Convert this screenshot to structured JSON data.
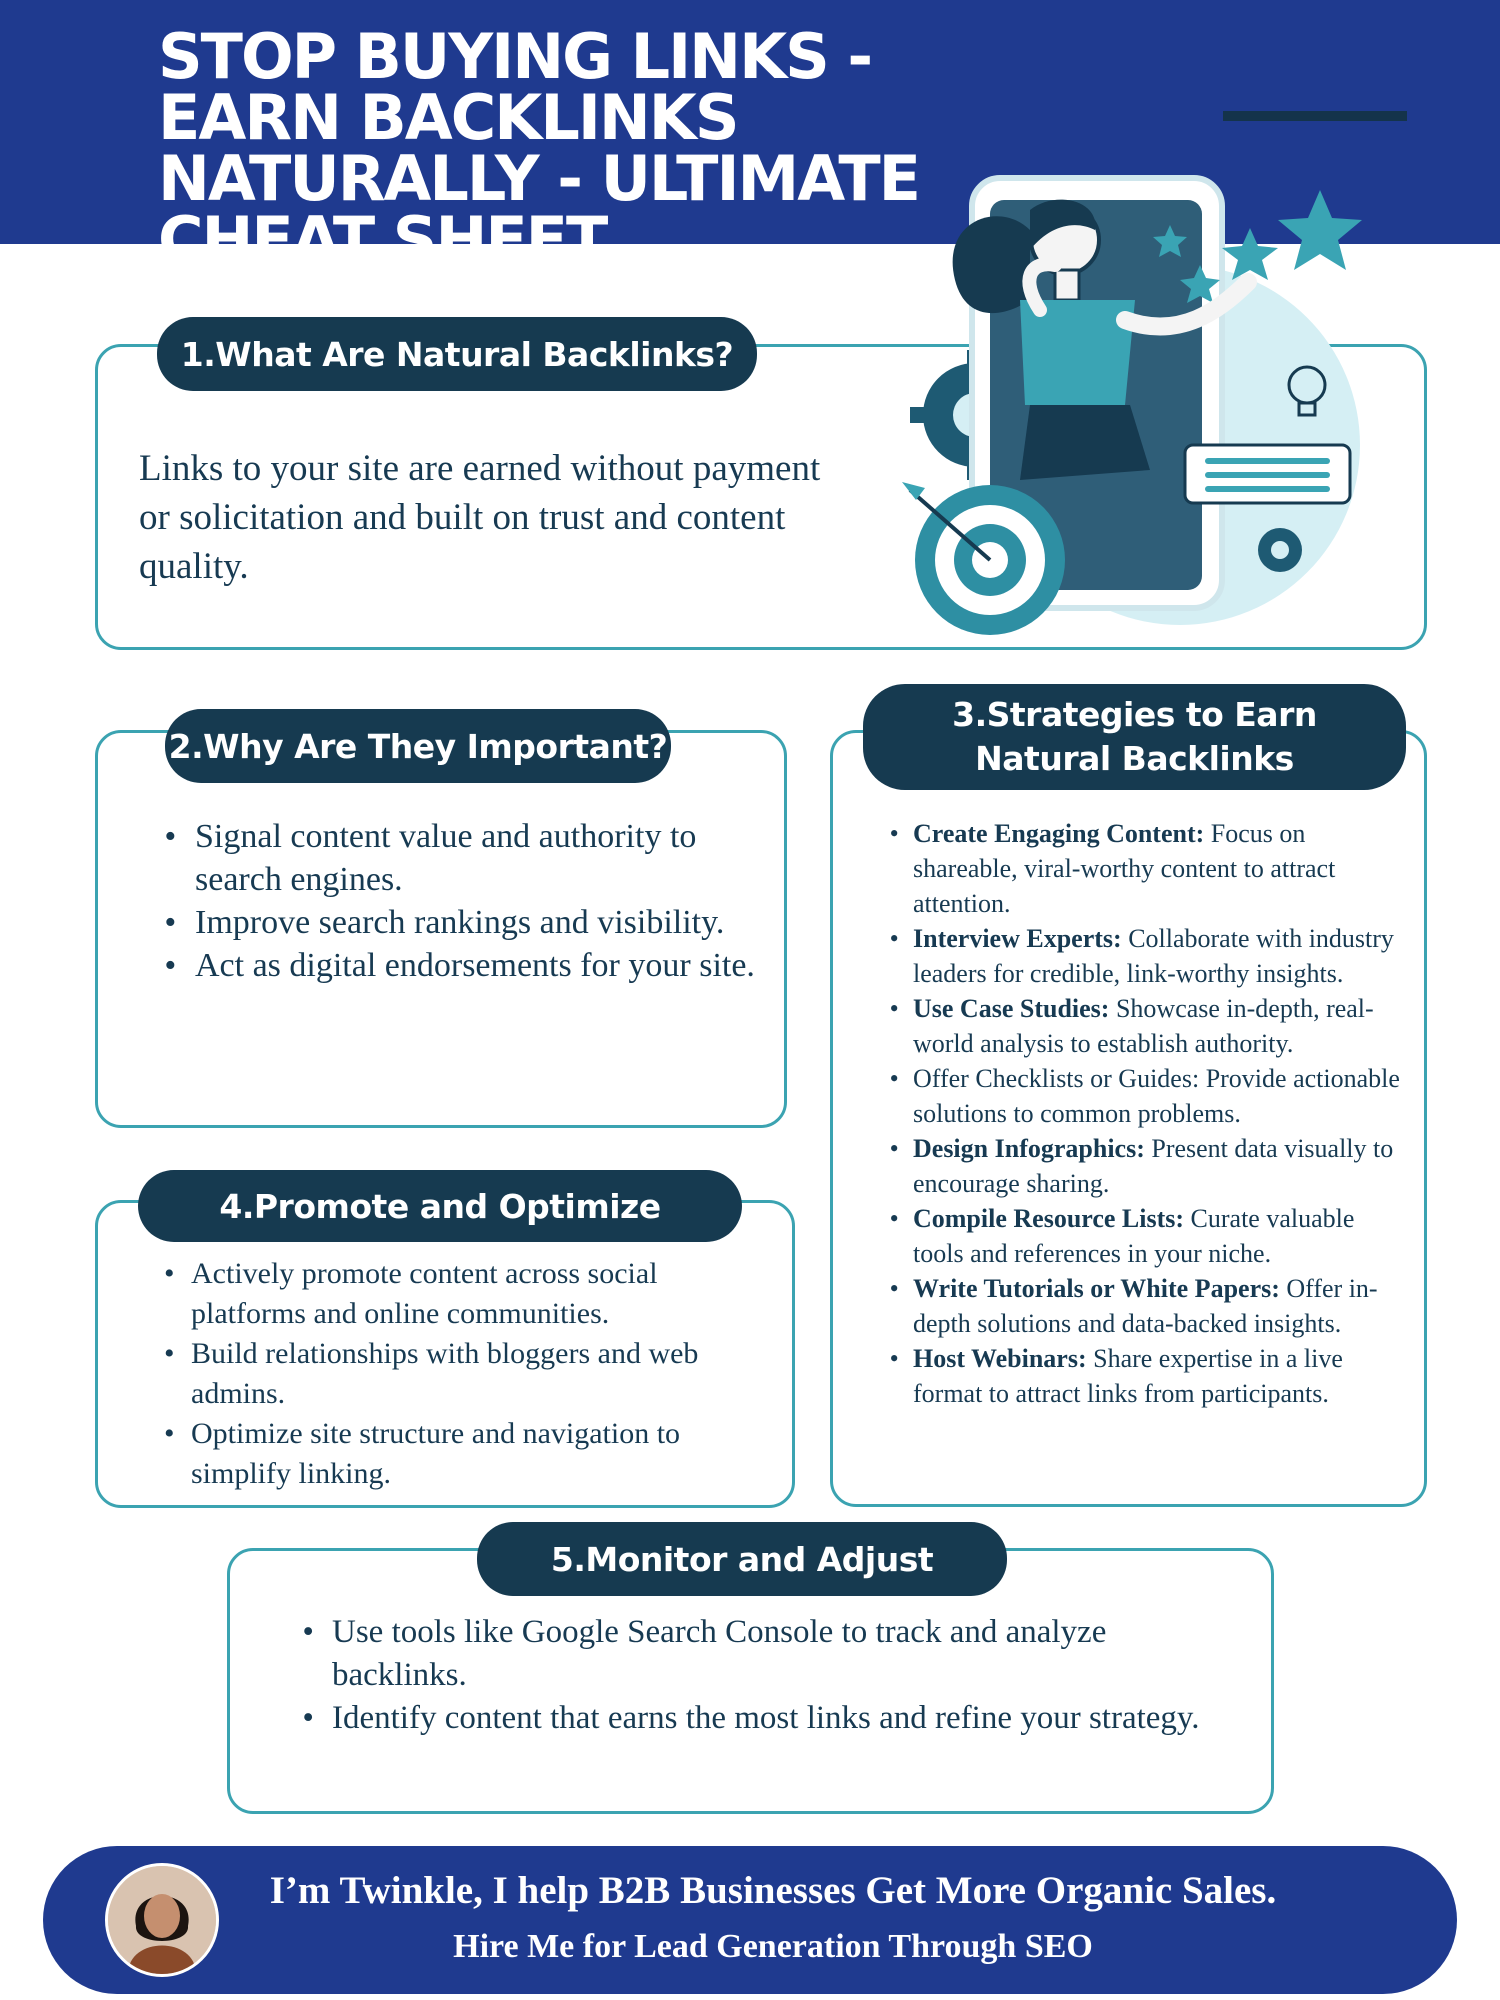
{
  "header": {
    "title": "STOP BUYING LINKS - EARN BACKLINKS NATURALLY - ULTIMATE CHEAT SHEET"
  },
  "sections": {
    "s1": {
      "title": "1.What Are Natural Backlinks?",
      "body": "Links to your site are earned without payment or solicitation and built on trust and content quality."
    },
    "s2": {
      "title": "2.Why Are They Important?",
      "items": [
        "Signal content value and authority to search engines.",
        "Improve search rankings and visibility.",
        "Act as digital endorsements for your site."
      ]
    },
    "s3": {
      "title": "3.Strategies to Earn Natural Backlinks",
      "items": [
        {
          "bold": "Create Engaging Content:",
          "text": " Focus on shareable, viral-worthy content to attract attention."
        },
        {
          "bold": "Interview Experts:",
          "text": " Collaborate with industry leaders for credible, link-worthy insights."
        },
        {
          "bold": "Use Case Studies:",
          "text": " Showcase in-depth, real-world analysis to establish authority."
        },
        {
          "bold": "",
          "text": "Offer Checklists or Guides: Provide actionable solutions to common problems."
        },
        {
          "bold": "Design Infographics:",
          "text": " Present data visually to encourage sharing."
        },
        {
          "bold": "Compile Resource Lists:",
          "text": " Curate valuable tools and references in your niche."
        },
        {
          "bold": "Write Tutorials or White Papers:",
          "text": " Offer in-depth solutions and data-backed insights."
        },
        {
          "bold": "Host Webinars:",
          "text": " Share expertise in a live format to attract links from participants."
        }
      ]
    },
    "s4": {
      "title": "4.Promote and Optimize",
      "items": [
        "Actively promote content across social platforms and online communities.",
        "Build relationships with bloggers and web admins.",
        "Optimize site structure and navigation to simplify linking."
      ]
    },
    "s5": {
      "title": "5.Monitor and Adjust",
      "items": [
        "Use tools like Google Search Console to track and analyze backlinks.",
        "Identify content that earns the most links and refine your strategy."
      ]
    }
  },
  "footer": {
    "line1": "I’m Twinkle, I help B2B Businesses Get More Organic Sales.",
    "line2": "Hire Me for Lead Generation Through SEO"
  },
  "colors": {
    "header_bg": "#1f3a8f",
    "pill_bg": "#163a50",
    "card_border": "#3ba3b1",
    "text": "#173a52",
    "accent_teal": "#3aa4b4"
  }
}
